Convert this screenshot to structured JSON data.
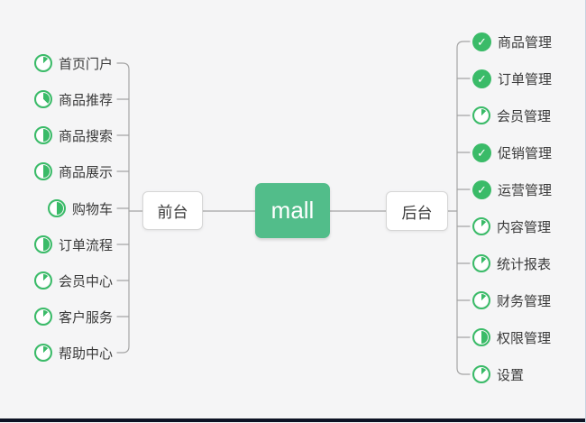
{
  "root": {
    "label": "mall"
  },
  "branches": [
    {
      "side": "left",
      "label": "前台",
      "items": [
        {
          "label": "首页门户",
          "marker": "progress",
          "fraction": 0.125
        },
        {
          "label": "商品推荐",
          "marker": "progress",
          "fraction": 0.375
        },
        {
          "label": "商品搜索",
          "marker": "progress",
          "fraction": 0.5
        },
        {
          "label": "商品展示",
          "marker": "progress",
          "fraction": 0.5
        },
        {
          "label": "购物车",
          "marker": "progress",
          "fraction": 0.5
        },
        {
          "label": "订单流程",
          "marker": "progress",
          "fraction": 0.5
        },
        {
          "label": "会员中心",
          "marker": "progress",
          "fraction": 0.125
        },
        {
          "label": "客户服务",
          "marker": "progress",
          "fraction": 0.125
        },
        {
          "label": "帮助中心",
          "marker": "progress",
          "fraction": 0.125
        }
      ]
    },
    {
      "side": "right",
      "label": "后台",
      "items": [
        {
          "label": "商品管理",
          "marker": "done"
        },
        {
          "label": "订单管理",
          "marker": "done"
        },
        {
          "label": "会员管理",
          "marker": "progress",
          "fraction": 0.125
        },
        {
          "label": "促销管理",
          "marker": "done"
        },
        {
          "label": "运营管理",
          "marker": "done"
        },
        {
          "label": "内容管理",
          "marker": "progress",
          "fraction": 0.125
        },
        {
          "label": "统计报表",
          "marker": "progress",
          "fraction": 0.125
        },
        {
          "label": "财务管理",
          "marker": "progress",
          "fraction": 0.125
        },
        {
          "label": "权限管理",
          "marker": "progress",
          "fraction": 0.5
        },
        {
          "label": "设置",
          "marker": "progress",
          "fraction": 0.125
        }
      ]
    }
  ],
  "colors": {
    "background": "#f5f5f6",
    "accent_green": "#3abb68",
    "root_green": "#52bd8a",
    "line": "#a5a5a5",
    "text": "#3a3a3a",
    "node_border": "#d6d6d6",
    "bottom_edge": "#0d1324"
  }
}
